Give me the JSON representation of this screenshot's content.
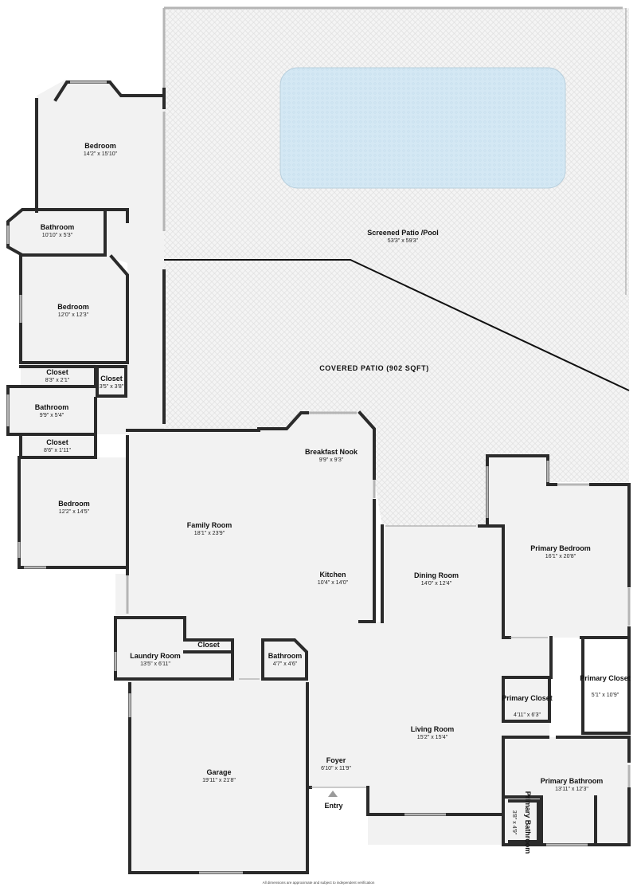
{
  "floorplan": {
    "patio_label": {
      "name": "Screened Patio /Pool",
      "dim": "53'3\" x 59'3\""
    },
    "covered_patio_label": "COVERED PATIO (902 SQFT)",
    "entry_label": "Entry",
    "footer": "All dimensions are approximate and subject to independent verification",
    "rooms": [
      {
        "name": "Bedroom",
        "dim": "14'2\" x 15'10\""
      },
      {
        "name": "Bathroom",
        "dim": "10'10\" x 5'3\""
      },
      {
        "name": "Bedroom",
        "dim": "12'0\" x 12'3\""
      },
      {
        "name": "Closet",
        "dim": "8'3\" x 2'1\""
      },
      {
        "name": "Closet",
        "dim": "3'5\" x 3'8\""
      },
      {
        "name": "Bathroom",
        "dim": "9'9\" x 5'4\""
      },
      {
        "name": "Closet",
        "dim": "8'6\" x 1'11\""
      },
      {
        "name": "Bedroom",
        "dim": "12'2\" x 14'5\""
      },
      {
        "name": "Breakfast Nook",
        "dim": "9'9\" x 9'3\""
      },
      {
        "name": "Family Room",
        "dim": "18'1\" x 23'9\""
      },
      {
        "name": "Kitchen",
        "dim": "10'4\" x 14'0\""
      },
      {
        "name": "Dining Room",
        "dim": "14'0\" x 12'4\""
      },
      {
        "name": "Primary Bedroom",
        "dim": "16'1\" x 20'8\""
      },
      {
        "name": "Laundry Room",
        "dim": "13'5\" x 6'11\""
      },
      {
        "name": "Closet",
        "dim": ""
      },
      {
        "name": "Bathroom",
        "dim": "4'7\" x 4'6\""
      },
      {
        "name": "Primary Closet",
        "dim": "4'11\" x 6'3\""
      },
      {
        "name": "Primary Closet",
        "dim": "5'1\" x 10'9\""
      },
      {
        "name": "Living Room",
        "dim": "15'2\" x 15'4\""
      },
      {
        "name": "Foyer",
        "dim": "6'10\" x 11'9\""
      },
      {
        "name": "Garage",
        "dim": "19'11\" x 21'8\""
      },
      {
        "name": "Primary Bathroom",
        "dim": "13'11\" x 12'3\""
      },
      {
        "name": "Primary Bathroom",
        "dim": "3'8\" x 4'9\""
      }
    ]
  }
}
